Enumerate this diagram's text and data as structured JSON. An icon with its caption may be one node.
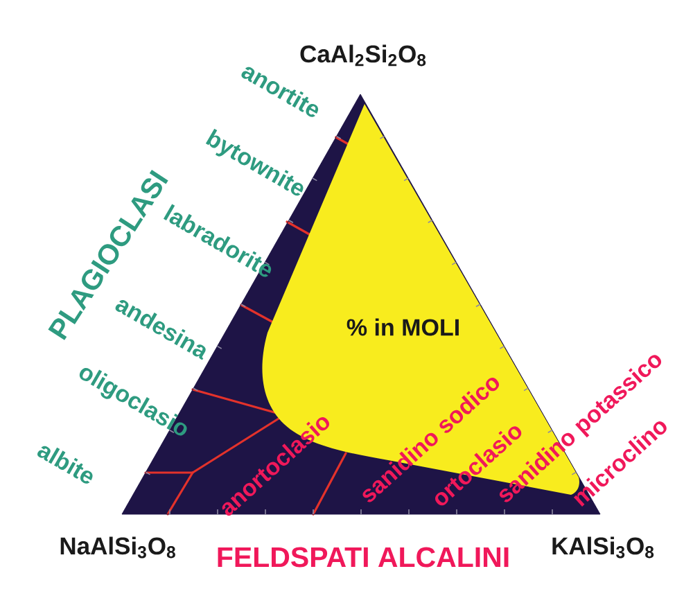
{
  "diagram": {
    "labels": [
      "CaAl$_{2}$Si$_{2}$O$_{8}$",
      "anortite",
      "bytownite",
      "labradorite",
      "PLAGIOCLASI",
      "andesina",
      "oligoclasio",
      "albite",
      "% in MOLI",
      "anortoclasio",
      "sanidino sodico",
      "ortoclasio",
      "sanidino potassico",
      "microclino",
      "NaAlSi$_{3}$O$_{8}$",
      "FELDSPATI ALCALINI",
      "KAlSi$_{3}$O$_{8}$"
    ]
  }
}
